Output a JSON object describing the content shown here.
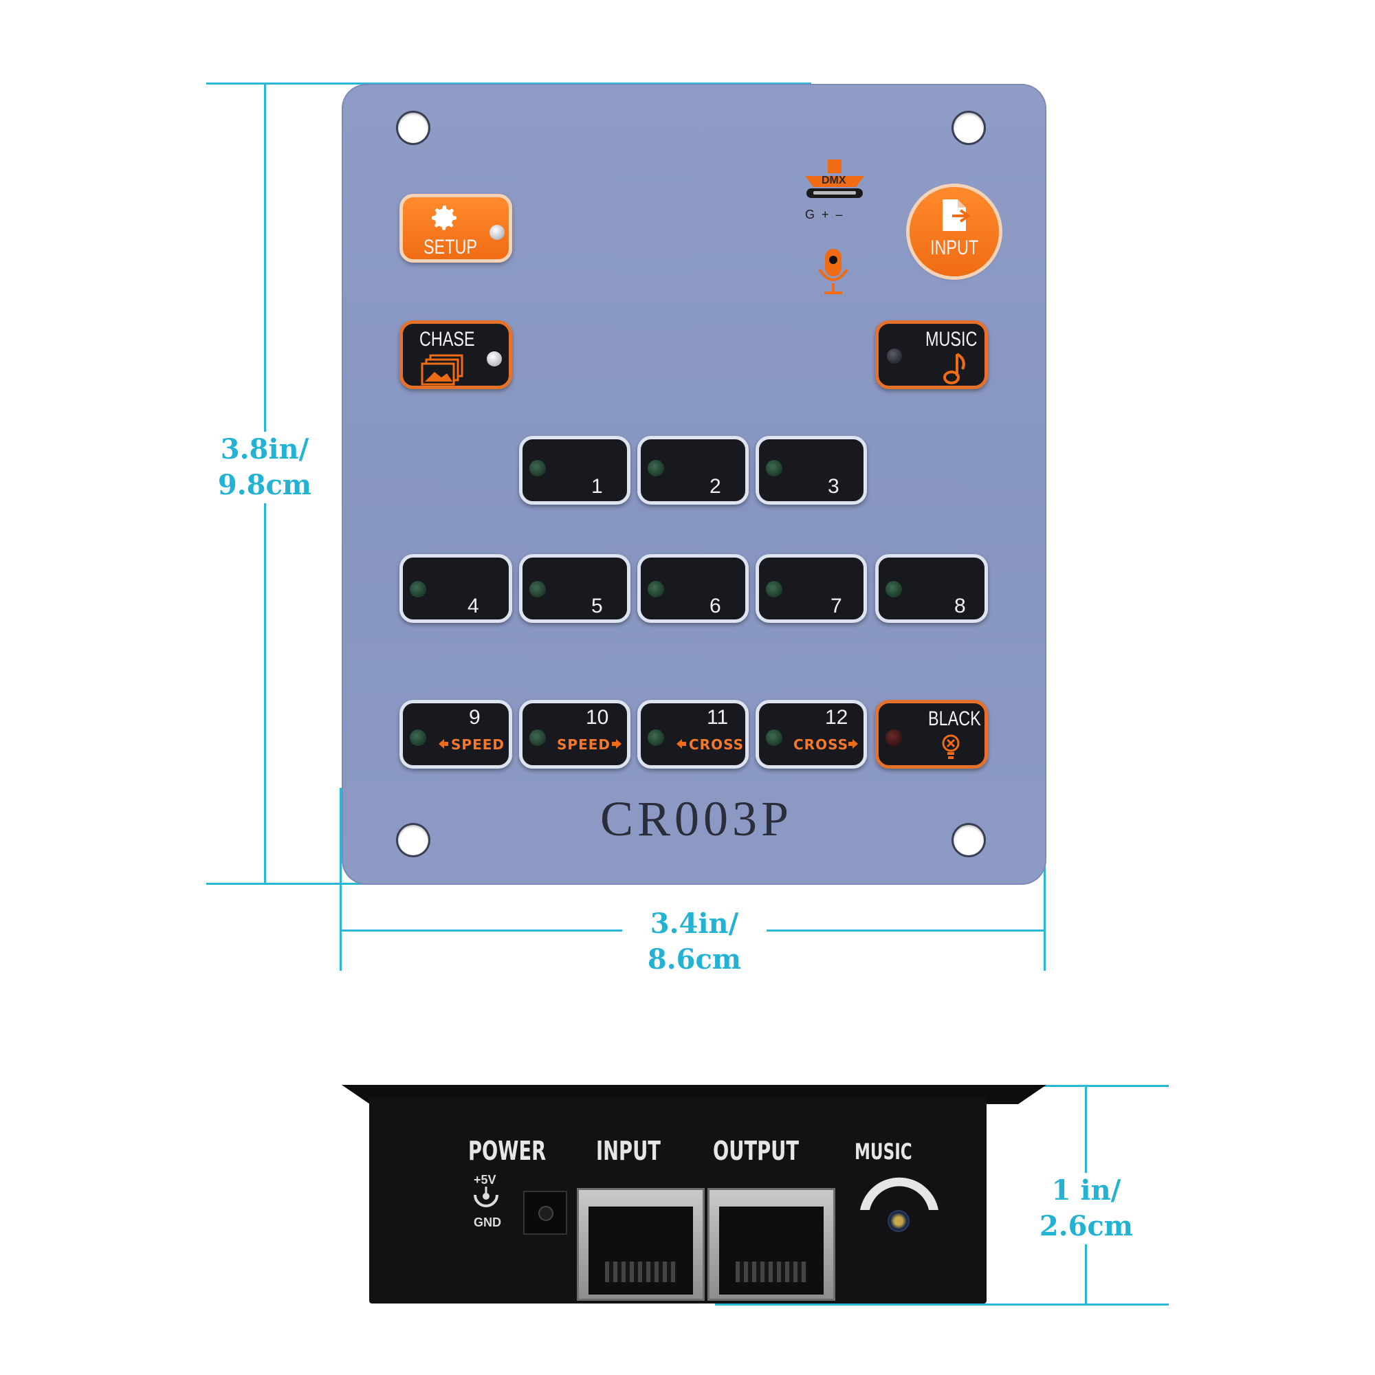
{
  "dimensions": {
    "height_front": {
      "line1": "3.8in/",
      "line2": "9.8cm"
    },
    "width_front": {
      "line1": "3.4in/",
      "line2": "8.6cm"
    },
    "height_side": {
      "line1": "1 in/",
      "line2": "2.6cm"
    }
  },
  "panel": {
    "model": "CR003P",
    "setup_label": "SETUP",
    "input_label": "INPUT",
    "chase_label": "CHASE",
    "music_label": "MUSIC",
    "dmx_label": "DMX",
    "dmx_pins": "G  +  –",
    "black_label": "BLACK",
    "scene_numbers": [
      "1",
      "2",
      "3",
      "4",
      "5",
      "6",
      "7",
      "8"
    ],
    "function_buttons": [
      {
        "num": "9",
        "sub": "SPEED"
      },
      {
        "num": "10",
        "sub": "SPEED"
      },
      {
        "num": "11",
        "sub": "CROSS"
      },
      {
        "num": "12",
        "sub": "CROSS"
      }
    ]
  },
  "rear": {
    "power_label": "POWER",
    "power_plus": "+5V",
    "power_gnd": "GND",
    "input_label": "INPUT",
    "output_label": "OUTPUT",
    "music_label": "MUSIC"
  },
  "colors": {
    "accent_orange": "#f06c14",
    "panel_blue": "#8c9ac4",
    "dimension_cyan": "#22b2d4"
  }
}
